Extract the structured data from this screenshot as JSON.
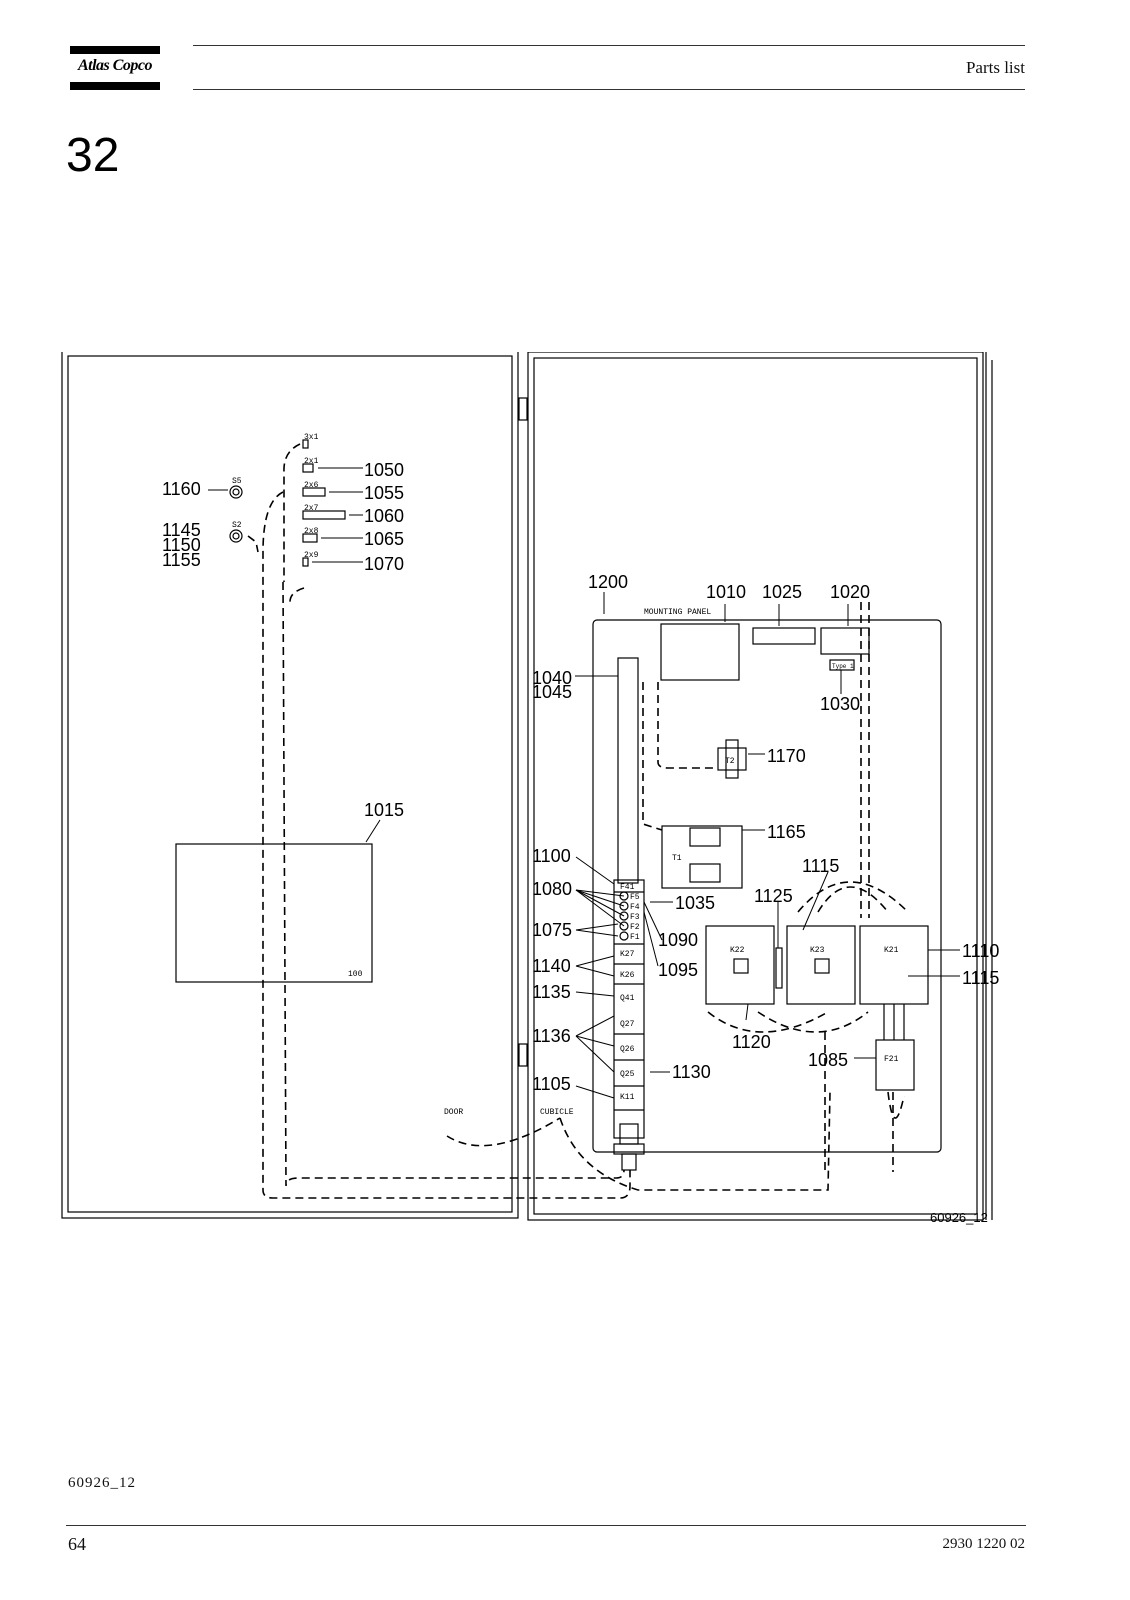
{
  "header": {
    "logo_text": "Atlas Copco",
    "title": "Parts list"
  },
  "section_number": "32",
  "figure": {
    "drawing_id": "60926_12",
    "callouts": {
      "c1160": "1160",
      "c1145": "1145",
      "c1150": "1150",
      "c1155": "1155",
      "c1050": "1050",
      "c1055": "1055",
      "c1060": "1060",
      "c1065": "1065",
      "c1070": "1070",
      "c1015": "1015",
      "c1200": "1200",
      "c1010": "1010",
      "c1025": "1025",
      "c1020": "1020",
      "c1030": "1030",
      "c1040": "1040",
      "c1045": "1045",
      "c1170": "1170",
      "c1165": "1165",
      "c1100": "1100",
      "c1080": "1080",
      "c1035": "1035",
      "c1075": "1075",
      "c1090": "1090",
      "c1095": "1095",
      "c1140": "1140",
      "c1135": "1135",
      "c1136": "1136",
      "c1105": "1105",
      "c1130": "1130",
      "c1115a": "1115",
      "c1125": "1125",
      "c1110": "1110",
      "c1115b": "1115",
      "c1120": "1120",
      "c1085": "1085"
    },
    "small_labels": {
      "s5": "S5",
      "s2": "S2",
      "n3x1": "3x1",
      "n2x1": "2x1",
      "n2x6": "2x6",
      "n2x7": "2x7",
      "n2x8": "2x8",
      "n2x9": "2x9",
      "box100": "100",
      "mounting_panel": "MOUNTING PANEL",
      "t2": "T2",
      "t1": "T1",
      "f41": "F41",
      "f5": "F5",
      "f4": "F4",
      "f3": "F3",
      "f2": "F2",
      "f1": "F1",
      "k27": "K27",
      "k26": "K26",
      "q41": "Q41",
      "q27": "Q27",
      "q26": "Q26",
      "q25": "Q25",
      "k11": "K11",
      "k22": "K22",
      "k23": "K23",
      "k21": "K21",
      "f21": "F21",
      "door": "DOOR",
      "cubicle": "CUBICLE",
      "type1": "Type 1"
    }
  },
  "footer": {
    "figure_ref": "60926_12",
    "page_number": "64",
    "document_number": "2930 1220 02"
  }
}
